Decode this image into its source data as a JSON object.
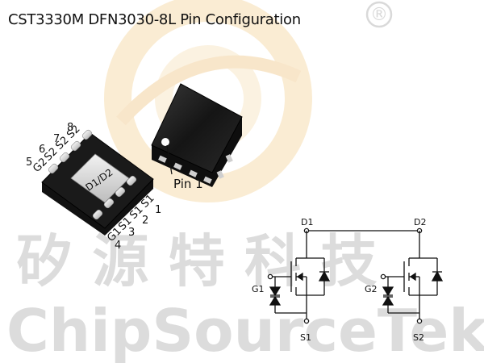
{
  "title": "CST3330M DFN3030-8L Pin Configuration",
  "watermark": {
    "registered_mark": "®",
    "chinese_name": "矽 源 特 科 技",
    "english_name": "ChipSourceTek",
    "color": "#d9d9d9",
    "logo_color": "#f5d7a0"
  },
  "package": {
    "body_label": "D1/D2",
    "pin1_callout": "Pin 1",
    "top_pins": [
      {
        "number": "5",
        "name": "G2"
      },
      {
        "number": "6",
        "name": "S2"
      },
      {
        "number": "7",
        "name": "S2"
      },
      {
        "number": "8",
        "name": "S2"
      }
    ],
    "bottom_pins": [
      {
        "number": "4",
        "name": "G1"
      },
      {
        "number": "3",
        "name": "S1"
      },
      {
        "number": "2",
        "name": "S1"
      },
      {
        "number": "1",
        "name": "S1"
      }
    ]
  },
  "schematic": {
    "d1": "D1",
    "d2": "D2",
    "g1": "G1",
    "g2": "G2",
    "s1": "S1",
    "s2": "S2"
  }
}
